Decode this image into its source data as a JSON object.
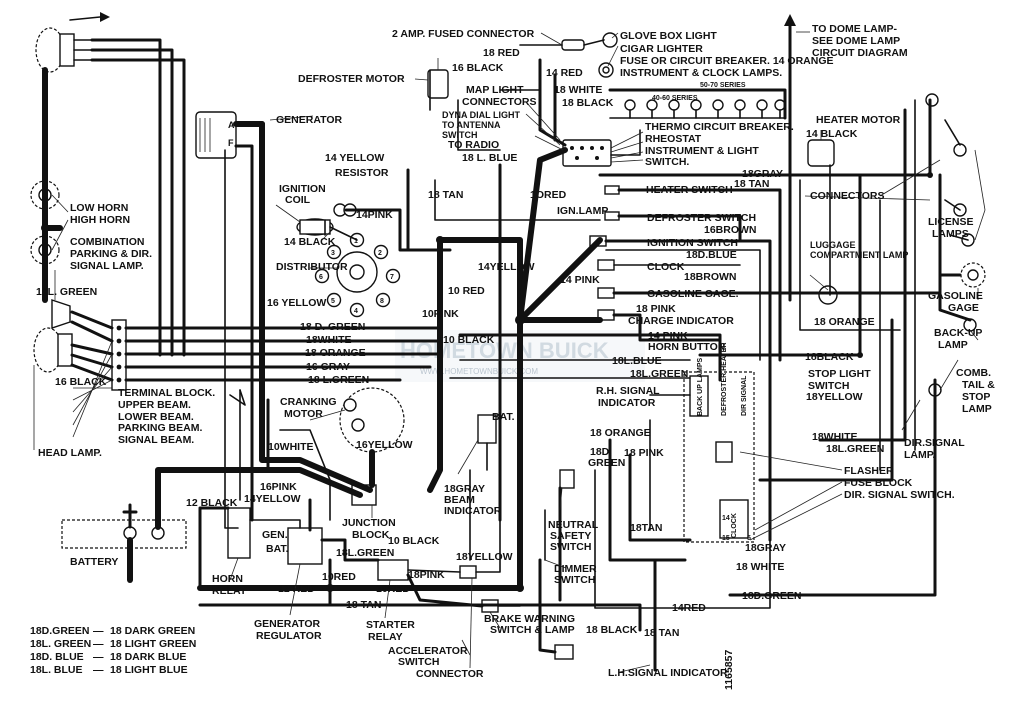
{
  "labels": {
    "fused_connector": "2 AMP. FUSED CONNECTOR",
    "glove_box_light": "GLOVE BOX LIGHT",
    "cigar_lighter": "CIGAR LIGHTER",
    "to_dome_lamp_1": "TO DOME LAMP-",
    "to_dome_lamp_2": "SEE DOME LAMP",
    "to_dome_lamp_3": "CIRCUIT DIAGRAM",
    "red_18_top": "18 RED",
    "black_16_top": "16 BLACK",
    "defroster_motor": "DEFROSTER MOTOR",
    "red_14_top": "14 RED",
    "fuse_breaker": "FUSE OR CIRCUIT BREAKER. 14 ORANGE",
    "instrument_clock_lamps": "INSTRUMENT & CLOCK LAMPS.",
    "series_50_70": "50-70 SERIES",
    "series_40_60": "40-60 SERIES",
    "map_light": "MAP LIGHT",
    "white_18_top": "18 WHITE",
    "connectors_top": "CONNECTORS",
    "black_18_top": "18 BLACK",
    "dyna_dial_1": "DYNA DIAL LIGHT",
    "dyna_dial_2": "TO ANTENNA",
    "dyna_dial_3": "SWITCH",
    "thermo_breaker": "THERMO CIRCUIT BREAKER.",
    "rheostat": "RHEOSTAT",
    "to_radio": "TO RADIO",
    "instrument_light_switch_1": "INSTRUMENT & LIGHT",
    "instrument_light_switch_2": "SWITCH.",
    "lblue_18_top": "18 L. BLUE",
    "generator": "GENERATOR",
    "heater_motor": "HEATER MOTOR",
    "black_14_heater": "14 BLACK",
    "yellow_14": "14 YELLOW",
    "resistor": "RESISTOR",
    "gray_18_right": "18GRAY",
    "tan_18_right": "18 TAN",
    "ignition_coil_1": "IGNITION",
    "ignition_coil_2": "COIL",
    "pink_14": "14PINK",
    "tan_18_mid": "18 TAN",
    "red_10_mid": "1ORED",
    "ign_lamp": "IGN.LAMP",
    "heater_switch": "HEATER SWITCH",
    "connectors_right": "CONNECTORS",
    "low_horn": "LOW HORN",
    "high_horn": "HIGH HORN",
    "black_14_dist": "14 BLACK",
    "defroster_switch": "DEFROSTER SWITCH",
    "brown_16": "16BROWN",
    "license_lamps_1": "LICENSE",
    "license_lamps_2": "LAMPS",
    "combination_lamp_1": "COMBINATION",
    "combination_lamp_2": "PARKING & DIR.",
    "combination_lamp_3": "SIGNAL LAMP.",
    "distributor": "DISTRIBUTOR",
    "ignition_switch": "IGNITION SWITCH",
    "dblue_18": "18D.BLUE",
    "luggage_lamp_1": "LUGGAGE",
    "luggage_lamp_2": "COMPARTMENT LAMP",
    "yellow_14_mid": "14YELLOW",
    "clock": "CLOCK",
    "brown_18": "18BROWN",
    "lgreen_18_left": "18L. GREEN",
    "pink_14_mid": "14 PINK",
    "red_10_center": "10 RED",
    "gasoline_gage_dash": "GASOLINE GAGE.",
    "gasoline_gage_rear_1": "GASOLINE",
    "gasoline_gage_rear_2": "GAGE",
    "yellow_16": "16 YELLOW",
    "pink_10": "10PINK",
    "pink_18": "18 PINK",
    "charge_indicator": "CHARGE INDICATOR",
    "orange_18_right": "18 ORANGE",
    "dgreen_18": "18 D. GREEN",
    "white_18": "18WHITE",
    "orange_18": "18 ORANGE",
    "black_10": "10 BLACK",
    "pink_14_horn": "14 PINK",
    "horn_button": "HORN BUTTON",
    "black_18_right": "18BLACK",
    "backup_lamp_1": "BACK-UP",
    "backup_lamp_2": "LAMP",
    "black_16_left": "16 BLACK",
    "gray_16": "16 GRAY",
    "lgreen_18_mid": "18 L.GREEN",
    "lblue_18_mid": "18L.BLUE",
    "lgreen_18_mid2": "18L.GREEN",
    "stop_light_switch_1": "STOP LIGHT",
    "stop_light_switch_2": "SWITCH",
    "yellow_18_stop": "18YELLOW",
    "comb_tail_1": "COMB.",
    "comb_tail_2": "TAIL &",
    "comb_tail_3": "STOP",
    "comb_tail_4": "LAMP",
    "terminal_block": "TERMINAL BLOCK.",
    "upper_beam": "UPPER BEAM.",
    "lower_beam": "LOWER BEAM.",
    "parking_beam": "PARKING BEAM.",
    "signal_beam": "SIGNAL BEAM.",
    "cranking_motor_1": "CRANKING",
    "cranking_motor_2": "MOTOR",
    "yellow_16_crank": "16YELLOW",
    "bat_mid": "BAT.",
    "rh_signal_1": "R.H. SIGNAL",
    "rh_signal_2": "INDICATOR",
    "orange_18_mid": "18 ORANGE",
    "dgreen_18_mid_1": "18D",
    "dgreen_18_mid_2": "GREEN",
    "pink_18_mid": "18 PINK",
    "white_18_right": "18WHITE",
    "lgreen_18_right": "18L.GREEN",
    "dir_signal_lamp_1": "DIR.SIGNAL",
    "dir_signal_lamp_2": "LAMP.",
    "head_lamp": "HEAD LAMP.",
    "white_10": "10WHITE",
    "flasher": "FLASHER",
    "fuse_block": "FUSE BLOCK",
    "dir_signal_switch": "DIR. SIGNAL SWITCH.",
    "black_12": "12 BLACK",
    "pink_16": "16PINK",
    "yellow_14_low": "14YELLOW",
    "gray_18_beam": "18GRAY",
    "beam_indicator_1": "BEAM",
    "beam_indicator_2": "INDICATOR",
    "junction_block_1": "JUNCTION",
    "junction_block_2": "BLOCK",
    "neutral_switch_1": "NEUTRAL",
    "neutral_switch_2": "SAFETY",
    "neutral_switch_3": "SWITCH",
    "tan_18_low": "18TAN",
    "gen": "GEN.",
    "bat_low": "BAT.",
    "black_10_low": "10 BLACK",
    "battery": "BATTERY",
    "lgreen_18_low": "18L.GREEN",
    "yellow_18_low": "18YELLOW",
    "gray_18_low": "18GRAY",
    "pink_18_low": "18PINK",
    "dimmer_switch_1": "DIMMER",
    "dimmer_switch_2": "SWITCH",
    "white_18_low": "18 WHITE",
    "horn_relay_1": "HORN",
    "horn_relay_2": "RELAY",
    "red_12": "12 RED",
    "red_10_low": "10RED",
    "red_10_low2": "10RED",
    "dgreen_18_low": "18D.GREEN",
    "tan_18_bottom": "18 TAN",
    "red_14_bottom": "14RED",
    "brake_warning_1": "BRAKE WARNING",
    "brake_warning_2": "SWITCH & LAMP",
    "black_18_bottom": "18 BLACK",
    "tan_18_bottom2": "18 TAN",
    "generator_regulator_1": "GENERATOR",
    "generator_regulator_2": "REGULATOR",
    "starter_relay_1": "STARTER",
    "starter_relay_2": "RELAY",
    "accelerator_switch_1": "ACCELERATOR",
    "accelerator_switch_2": "SWITCH",
    "accelerator_switch_3": "CONNECTOR",
    "lh_signal": "L.H.SIGNAL INDICATOR",
    "part_number": "1165857",
    "watermark_main": "HOMETOWN BUICK",
    "watermark_sub": "WWW.HOMETOWNBUICK.COM",
    "dist_1": "1",
    "dist_2": "2",
    "dist_3": "3",
    "dist_4": "4",
    "dist_5": "5",
    "dist_6": "6",
    "dist_7": "7",
    "dist_8": "8",
    "gen_a": "A",
    "gen_f": "F",
    "fb_backup": "BACK UP LAMPS",
    "fb_defroster": "DEFROSTER HEATER",
    "fb_dirsignal": "DIR SIGNAL",
    "fb_clock": "CLOCK",
    "fb_14": "14",
    "fb_15": "15",
    "fb_5": "5"
  },
  "legend": [
    {
      "abbr": "18D.GREEN",
      "full": "18 DARK GREEN"
    },
    {
      "abbr": "18L. GREEN",
      "full": "18 LIGHT GREEN"
    },
    {
      "abbr": "18D. BLUE",
      "full": "18 DARK BLUE"
    },
    {
      "abbr": "18L. BLUE",
      "full": "18 LIGHT BLUE"
    }
  ],
  "legend_separator": "—"
}
